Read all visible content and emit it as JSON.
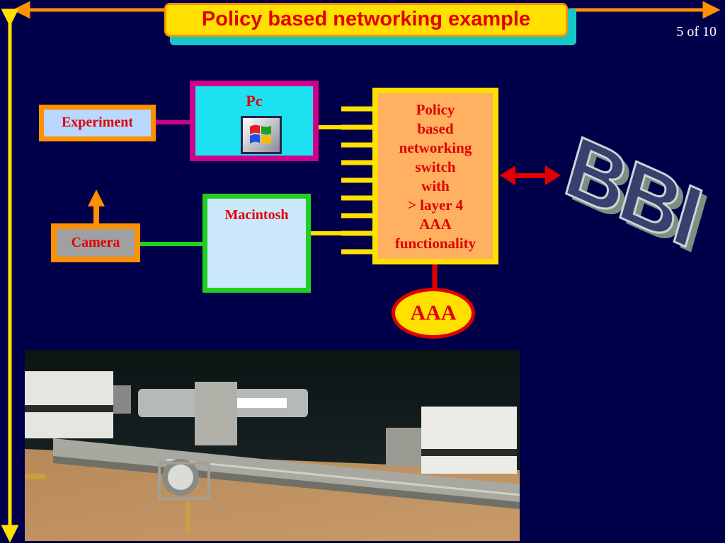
{
  "slide": {
    "title": "Policy based networking example",
    "page_indicator": "5 of 10"
  },
  "diagram": {
    "experiment_label": "Experiment",
    "camera_label": "Camera",
    "pc_label": "Pc",
    "mac_label": "Macintosh",
    "switch_lines": [
      "Policy",
      "based",
      "networking",
      "switch",
      "with",
      "> layer 4",
      "AAA",
      "functionality"
    ],
    "aaa_label": "AAA",
    "logo_text": "BBI"
  },
  "colors": {
    "background": "#00004a",
    "accent_orange": "#ff9000",
    "frame_yellow": "#ffe000",
    "label_red": "#e00000",
    "pc_border": "#d0008a",
    "pc_fill": "#1de0f0",
    "mac_border": "#20d020",
    "mac_fill": "#cce8ff",
    "switch_fill": "#ffb060",
    "experiment_fill": "#b8d8ff",
    "camera_fill": "#a0a0a0"
  },
  "icons": [
    "windows-logo-icon",
    "double-headed-arrow-icon",
    "up-arrow-icon"
  ]
}
